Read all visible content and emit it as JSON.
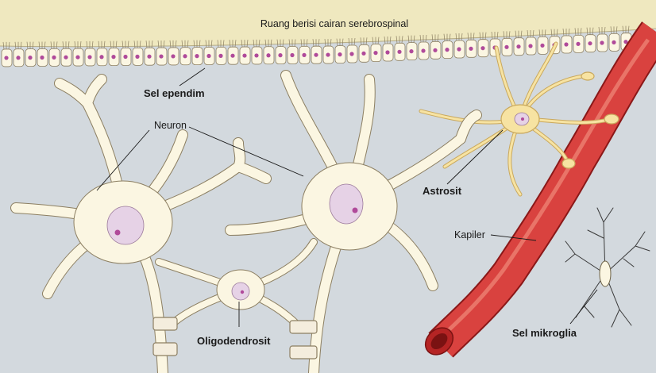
{
  "labels": {
    "csf_space": "Ruang berisi cairan serebrospinal",
    "ependymal": "Sel ependim",
    "neuron": "Neuron",
    "astrocyte": "Astrosit",
    "capillary": "Kapiler",
    "oligodendrocyte": "Oligodendrosit",
    "microglia": "Sel mikroglia"
  },
  "colors": {
    "background": "#d3d9de",
    "csf": "#efe8bf",
    "cell_fill": "#fbf6e2",
    "cell_stroke": "#8c7f62",
    "nucleus": "#e6d2e6",
    "nucleolus": "#b04a9a",
    "capillary": "#d9423f",
    "capillary_dark": "#9e1d1d",
    "astrocyte": "#f7e3a2",
    "microglia_stroke": "#3a3a3a"
  }
}
